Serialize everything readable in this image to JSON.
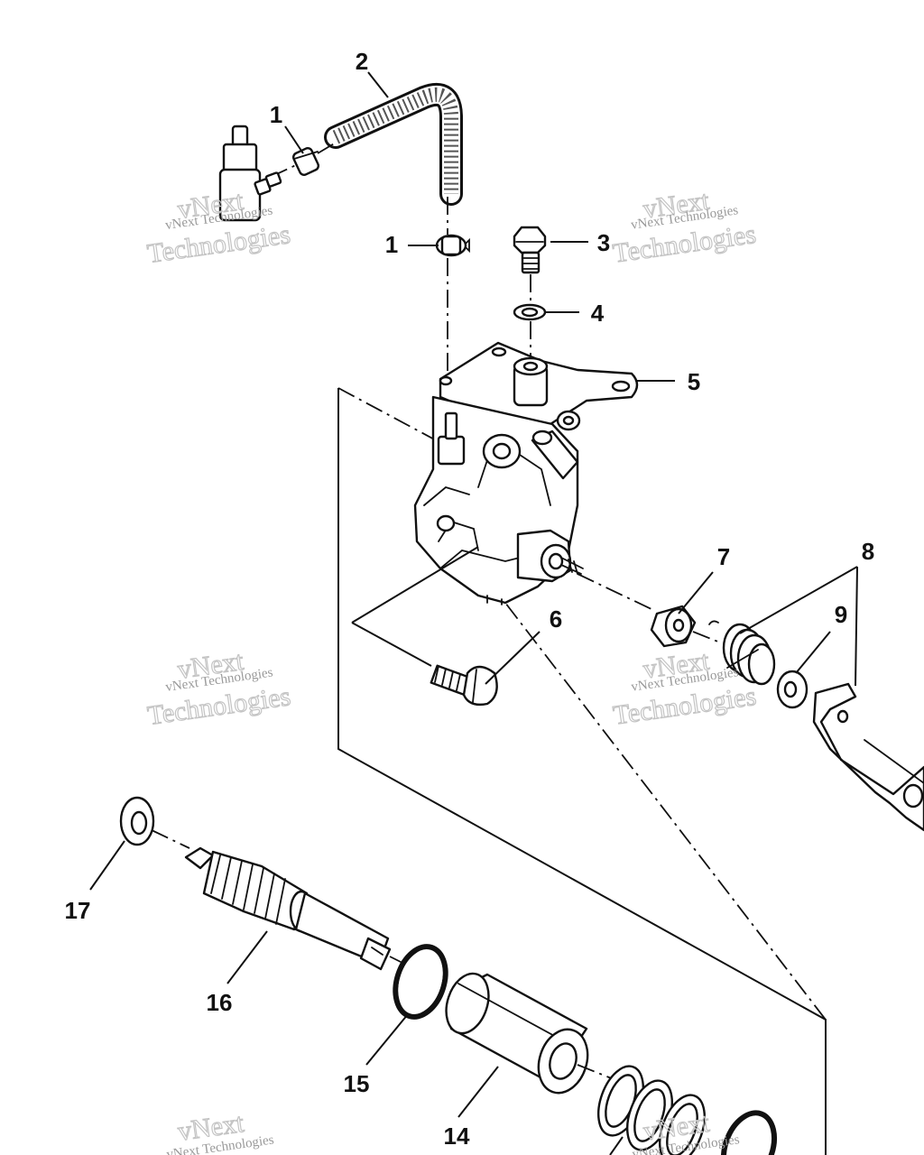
{
  "diagram": {
    "callouts": {
      "c1a": "1",
      "c1b": "1",
      "c2": "2",
      "c3": "3",
      "c4": "4",
      "c5": "5",
      "c6": "6",
      "c7": "7",
      "c8": "8",
      "c9": "9",
      "c14": "14",
      "c15": "15",
      "c16": "16",
      "c17": "17"
    },
    "watermark": {
      "line1": "vNext Technologies",
      "line2": "vNext",
      "line3": "Technologies"
    },
    "colors": {
      "ink": "#111111",
      "watermark": "#9a9a9a",
      "background": "#ffffff"
    }
  }
}
